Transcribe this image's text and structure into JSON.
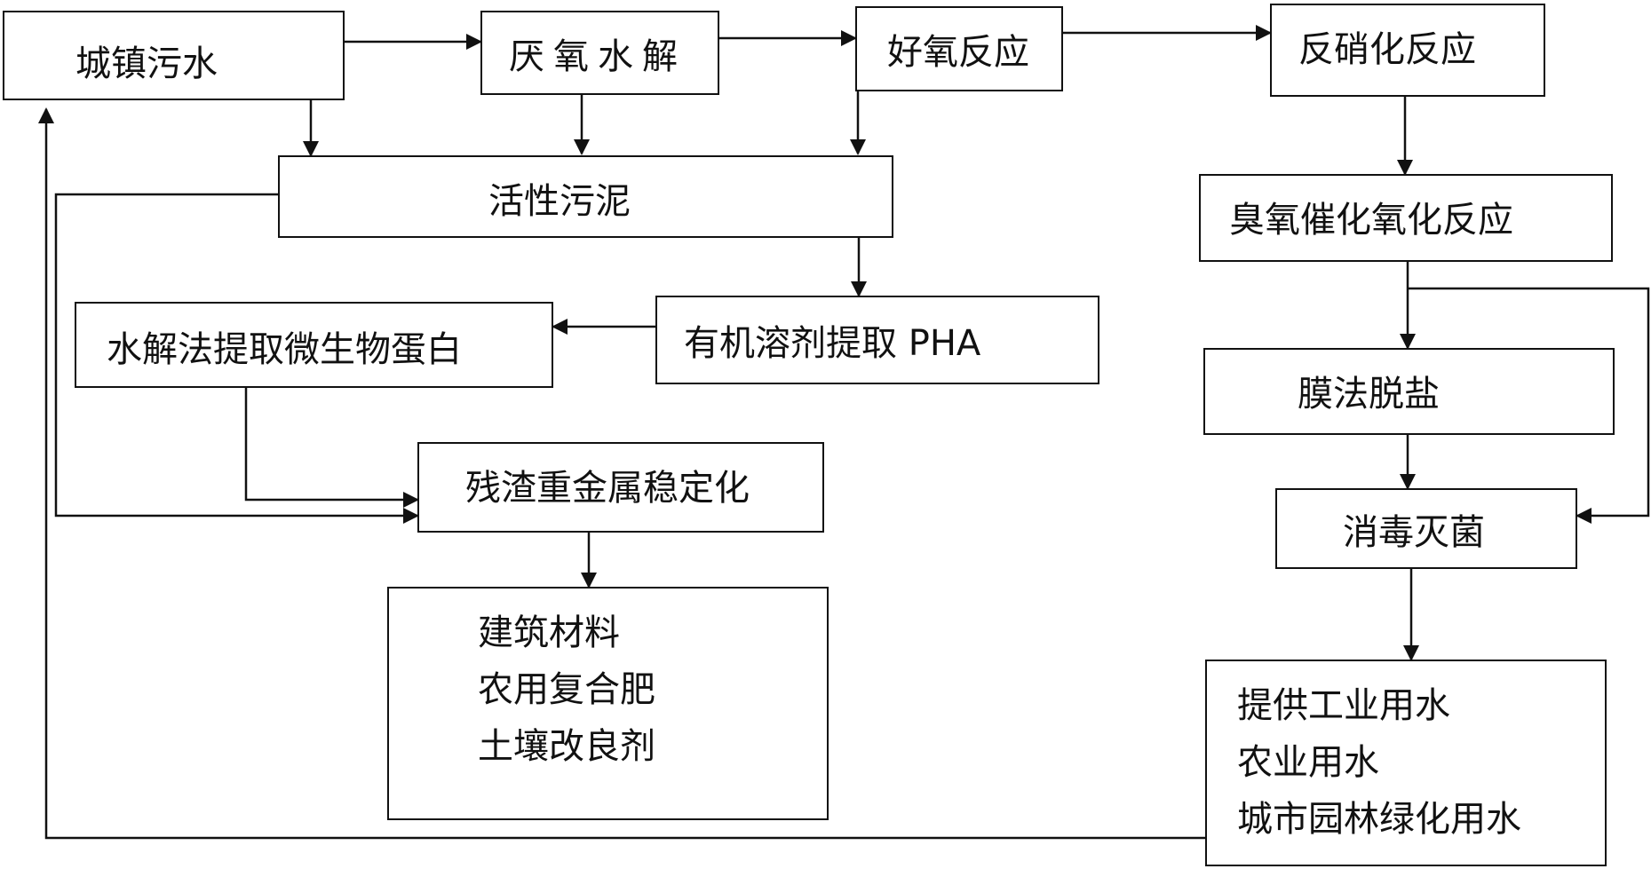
{
  "nodes": {
    "urban_sewage": "城镇污水",
    "anaerobic_hydrolysis": "厌氧水解",
    "aerobic_reaction": "好氧反应",
    "denitrification": "反硝化反应",
    "activated_sludge": "活性污泥",
    "ozone_catalytic_oxidation": "臭氧催化氧化反应",
    "organic_solvent_pha": "有机溶剂提取 PHA",
    "hydrolysis_protein": "水解法提取微生物蛋白",
    "membrane_desalination": "膜法脱盐",
    "residue_stabilization": "残渣重金属稳定化",
    "disinfection": "消毒灭菌"
  },
  "outputs": {
    "solid_products": [
      "建筑材料",
      "农用复合肥",
      "土壤改良剂"
    ],
    "water_uses": [
      "提供工业用水",
      "农业用水",
      "城市园林绿化用水"
    ]
  }
}
